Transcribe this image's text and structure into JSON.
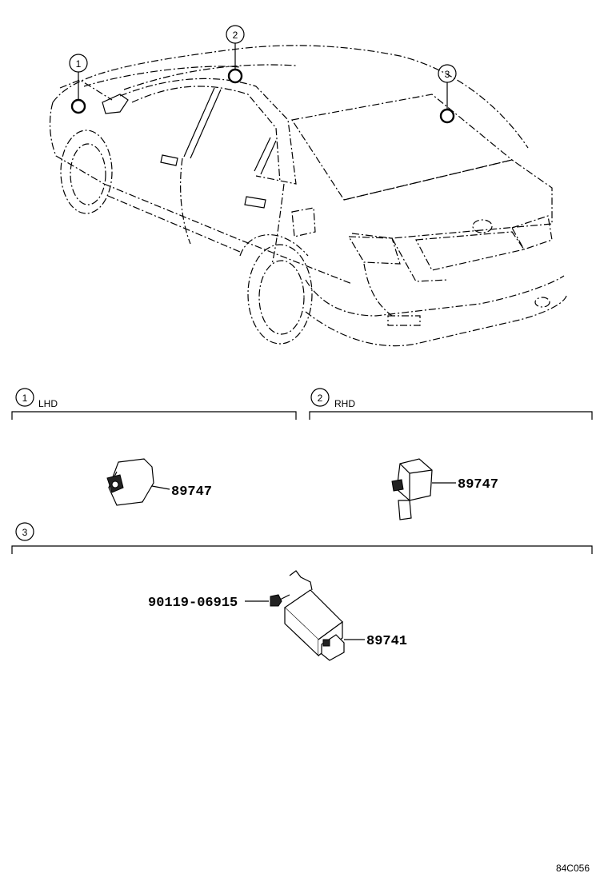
{
  "diagram": {
    "callouts": [
      {
        "id": "c1",
        "number": "1"
      },
      {
        "id": "c2",
        "number": "2"
      },
      {
        "id": "c3",
        "number": "3"
      }
    ],
    "sections": [
      {
        "number": "1",
        "label": "LHD"
      },
      {
        "number": "2",
        "label": "RHD"
      },
      {
        "number": "3",
        "label": ""
      }
    ],
    "parts": {
      "sensor_lhd": "89747",
      "sensor_rhd": "89747",
      "bolt": "90119-06915",
      "rear_sensor": "89741"
    },
    "figure_code": "84C056"
  }
}
